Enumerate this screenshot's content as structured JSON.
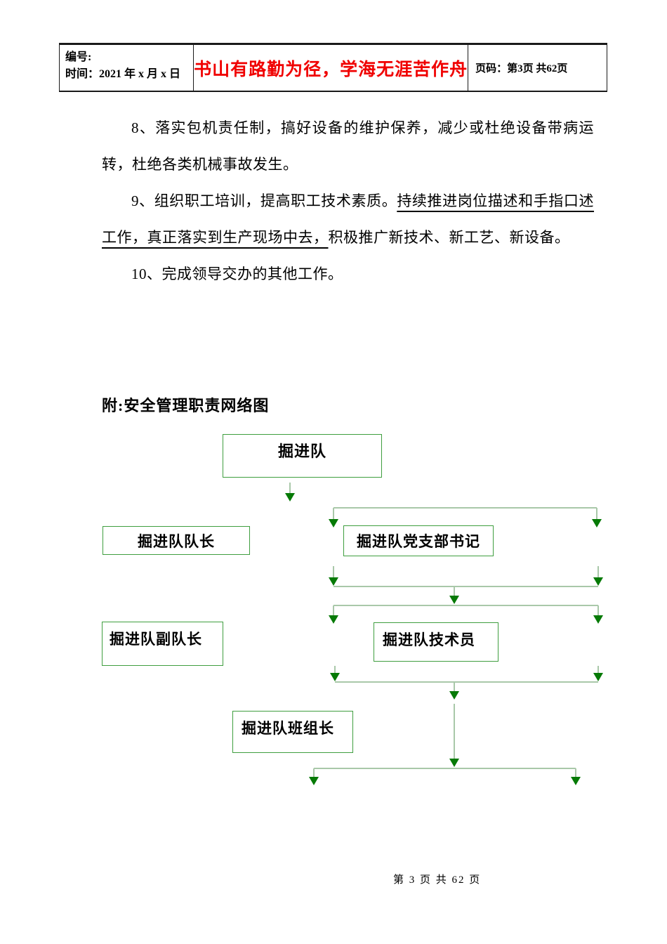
{
  "header": {
    "number_label": "编号:",
    "date_label": "时间：2021 年 x 月 x 日",
    "motto": "书山有路勤为径，学海无涯苦作舟",
    "page_info": "页码：第3页 共62页"
  },
  "body": {
    "paragraph_8": "8、落实包机责任制，搞好设备的维护保养，减少或杜绝设备带病运转，杜绝各类机械事故发生。",
    "paragraph_9_part1": "9、组织职工培训，提高职工技术素质。",
    "paragraph_9_underlined": "持续推进岗位描述和手指口述工作，真正落实到生产现场中去，",
    "paragraph_9_part2": "积极推广新技术、新工艺、新设备。",
    "paragraph_10": "10、完成领导交办的其他工作。",
    "attachment_heading": "附:安全管理职责网络图"
  },
  "diagram": {
    "nodes": [
      {
        "id": "team",
        "label": "掘进队"
      },
      {
        "id": "team-leader",
        "label": "掘进队队长"
      },
      {
        "id": "party-secretary",
        "label": "掘进队党支部书记"
      },
      {
        "id": "deputy-leader",
        "label": "掘进队副队长"
      },
      {
        "id": "technician",
        "label": "掘进队技术员"
      },
      {
        "id": "group-leader",
        "label": "掘进队班组长"
      }
    ]
  },
  "footer": {
    "page_text": "第 3 页 共 62 页"
  },
  "colors": {
    "motto_red": "#f00000",
    "node_border_green": "#3f9e3f",
    "connector_line_green": "#a9c8a9",
    "arrow_green": "#067a06"
  }
}
